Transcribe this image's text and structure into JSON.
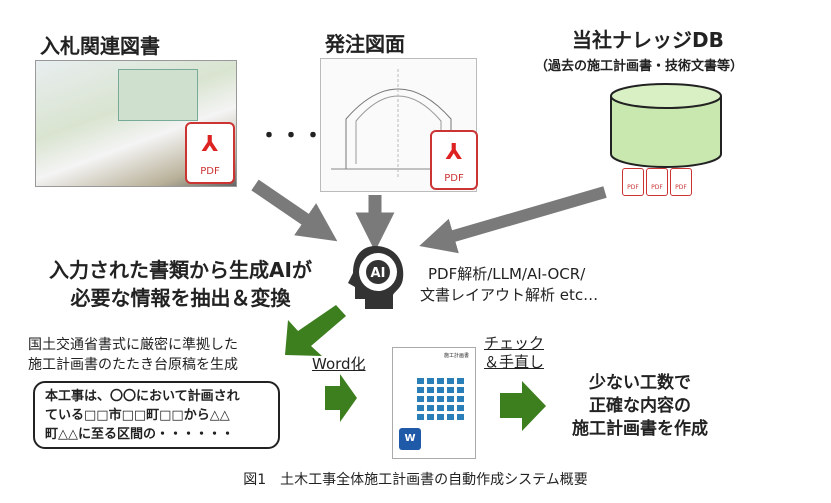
{
  "inputs": {
    "bid_docs_title": "入札関連図書",
    "ellipsis": "・・・",
    "order_drawing_title": "発注図面",
    "knowledge_db_title": "当社ナレッジDB",
    "knowledge_db_subtitle": "（過去の施工計画書・技術文書等）",
    "pdf_label": "PDF"
  },
  "ai": {
    "heading_line1": "入力された書類から生成AIが",
    "heading_line2": "必要な情報を抽出＆変換",
    "icon_label": "AI",
    "tech_line1": "PDF解析/LLM/AI-OCR/",
    "tech_line2": "文書レイアウト解析 etc…"
  },
  "draft": {
    "desc_line1": "国土交通省書式に厳密に準拠した",
    "desc_line2": "施工計画書のたたき台原稿を生成",
    "sample_line1": "本工事は、〇〇において計画され",
    "sample_line2": "ている□□市□□町□□から△△",
    "sample_line3": "町△△に至る区間の・・・・・・"
  },
  "word_step": "Word化",
  "check_step_line1": "チェック",
  "check_step_line2": "＆手直し",
  "doc_thumb": {
    "title": "施工計画書",
    "word_letter": "W"
  },
  "result": {
    "line1": "少ない工数で",
    "line2": "正確な内容の",
    "line3": "施工計画書を作成"
  },
  "caption": "図1　土木工事全体施工計画書の自動作成システム概要",
  "colors": {
    "green_arrow": "#3d7f1f",
    "gray_arrow": "#7a7a7a",
    "db_fill": "#c8e8b0",
    "pdf_red": "#cc3333"
  }
}
